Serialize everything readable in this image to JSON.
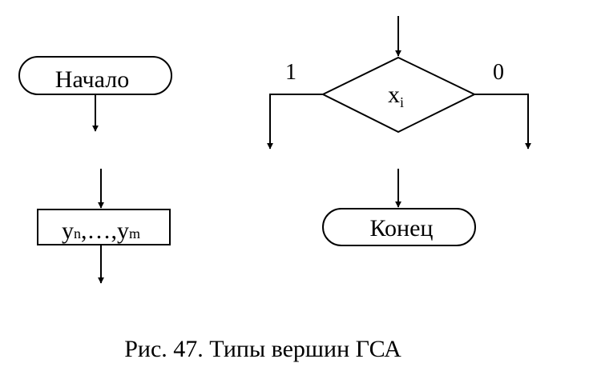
{
  "diagram": {
    "start_label": "Начало",
    "end_label": "Конец",
    "operator": {
      "y1": "y",
      "sub1": "n",
      "sep": ",…,",
      "y2": "y",
      "sub2": "m"
    },
    "condition": {
      "var": "x",
      "sub": "i",
      "true_label": "1",
      "false_label": "0"
    },
    "caption": "Рис. 47. Типы вершин ГСА"
  }
}
